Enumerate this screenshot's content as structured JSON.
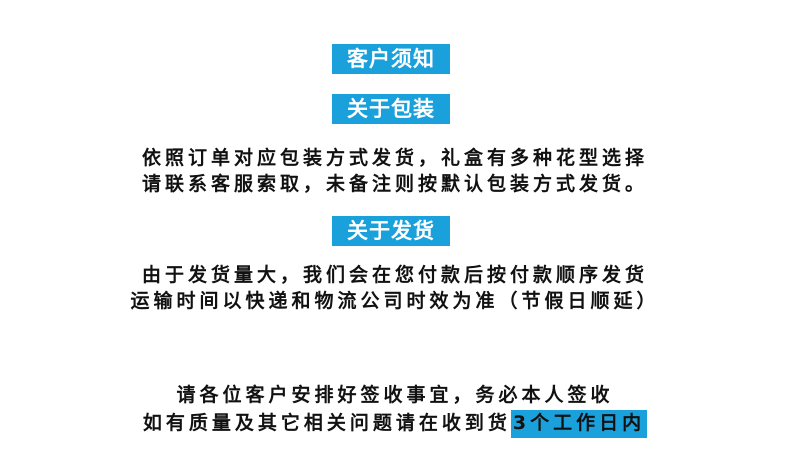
{
  "heading_notice": "客户须知",
  "section_packaging": {
    "title": "关于包装",
    "lines": [
      "依照订单对应包装方式发货，礼盒有多种花型选择",
      "请联系客服索取，未备注则按默认包装方式发货。"
    ]
  },
  "section_shipping": {
    "title": "关于发货",
    "lines": [
      "由于发货量大，我们会在您付款后按付款顺序发货",
      "运输时间以快递和物流公司时效为准（节假日顺延）"
    ]
  },
  "footer": {
    "line1": "请各位客户安排好签收事宜，务必本人签收",
    "line2_prefix": "如有质量及其它相关问题请在收到货",
    "line2_highlight": "3个工作日内"
  },
  "colors": {
    "accent": "#1aa1dc",
    "text": "#111111",
    "background": "#ffffff"
  }
}
